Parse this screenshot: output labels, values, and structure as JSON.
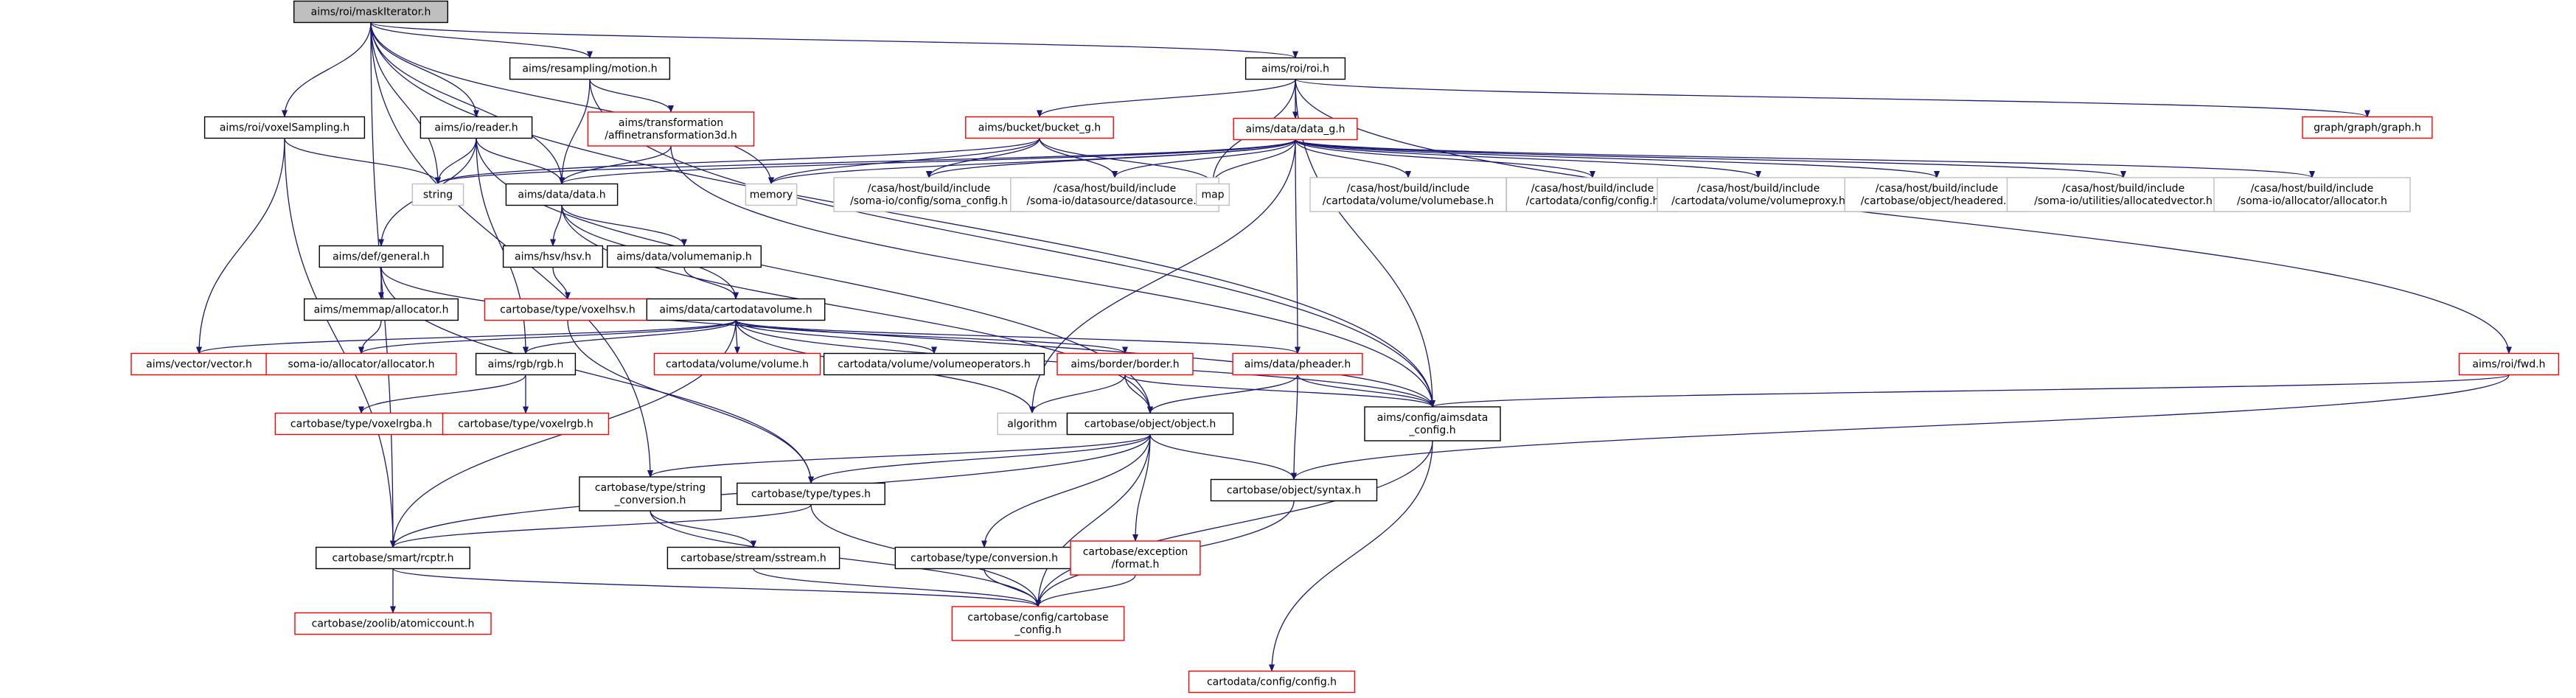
{
  "nodes": [
    {
      "id": "maskiterator",
      "lines": [
        "aims/roi/maskIterator.h"
      ],
      "kind": "root"
    },
    {
      "id": "motion",
      "lines": [
        "aims/resampling/motion.h"
      ],
      "kind": "normal"
    },
    {
      "id": "roi",
      "lines": [
        "aims/roi/roi.h"
      ],
      "kind": "normal"
    },
    {
      "id": "voxelsampling",
      "lines": [
        "aims/roi/voxelSampling.h"
      ],
      "kind": "normal"
    },
    {
      "id": "reader",
      "lines": [
        "aims/io/reader.h"
      ],
      "kind": "normal"
    },
    {
      "id": "affine3d",
      "lines": [
        "aims/transformation",
        "/affinetransformation3d.h"
      ],
      "kind": "red"
    },
    {
      "id": "bucket_g",
      "lines": [
        "aims/bucket/bucket_g.h"
      ],
      "kind": "red"
    },
    {
      "id": "data_g",
      "lines": [
        "aims/data/data_g.h"
      ],
      "kind": "red"
    },
    {
      "id": "graph",
      "lines": [
        "graph/graph/graph.h"
      ],
      "kind": "red"
    },
    {
      "id": "string",
      "lines": [
        "string"
      ],
      "kind": "gray"
    },
    {
      "id": "memory",
      "lines": [
        "memory"
      ],
      "kind": "gray"
    },
    {
      "id": "soma_config",
      "lines": [
        "/casa/host/build/include",
        "/soma-io/config/soma_config.h"
      ],
      "kind": "gray"
    },
    {
      "id": "datasource",
      "lines": [
        "/casa/host/build/include",
        "/soma-io/datasource/datasource.h"
      ],
      "kind": "gray"
    },
    {
      "id": "map",
      "lines": [
        "map"
      ],
      "kind": "gray"
    },
    {
      "id": "volumebase",
      "lines": [
        "/casa/host/build/include",
        "/cartodata/volume/volumebase.h"
      ],
      "kind": "gray"
    },
    {
      "id": "cartoconfig",
      "lines": [
        "/casa/host/build/include",
        "/cartodata/config/config.h"
      ],
      "kind": "gray"
    },
    {
      "id": "volumeproxy",
      "lines": [
        "/casa/host/build/include",
        "/cartodata/volume/volumeproxy.h"
      ],
      "kind": "gray"
    },
    {
      "id": "headered",
      "lines": [
        "/casa/host/build/include",
        "/cartobase/object/headered.h"
      ],
      "kind": "gray"
    },
    {
      "id": "allocatedvector",
      "lines": [
        "/casa/host/build/include",
        "/soma-io/utilities/allocatedvector.h"
      ],
      "kind": "gray"
    },
    {
      "id": "allocator_inc",
      "lines": [
        "/casa/host/build/include",
        "/soma-io/allocator/allocator.h"
      ],
      "kind": "gray"
    },
    {
      "id": "data",
      "lines": [
        "aims/data/data.h"
      ],
      "kind": "normal"
    },
    {
      "id": "general",
      "lines": [
        "aims/def/general.h"
      ],
      "kind": "normal"
    },
    {
      "id": "hsv",
      "lines": [
        "aims/hsv/hsv.h"
      ],
      "kind": "normal"
    },
    {
      "id": "volumemanip",
      "lines": [
        "aims/data/volumemanip.h"
      ],
      "kind": "normal"
    },
    {
      "id": "voxelhsv",
      "lines": [
        "cartobase/type/voxelhsv.h"
      ],
      "kind": "red"
    },
    {
      "id": "memmap_alloc",
      "lines": [
        "aims/memmap/allocator.h"
      ],
      "kind": "normal"
    },
    {
      "id": "cartodatavolume",
      "lines": [
        "aims/data/cartodatavolume.h"
      ],
      "kind": "normal"
    },
    {
      "id": "vector",
      "lines": [
        "aims/vector/vector.h"
      ],
      "kind": "red"
    },
    {
      "id": "somaio_alloc",
      "lines": [
        "soma-io/allocator/allocator.h"
      ],
      "kind": "red"
    },
    {
      "id": "rgb",
      "lines": [
        "aims/rgb/rgb.h"
      ],
      "kind": "normal"
    },
    {
      "id": "volume",
      "lines": [
        "cartodata/volume/volume.h"
      ],
      "kind": "red"
    },
    {
      "id": "volumeoperators",
      "lines": [
        "cartodata/volume/volumeoperators.h"
      ],
      "kind": "normal"
    },
    {
      "id": "border",
      "lines": [
        "aims/border/border.h"
      ],
      "kind": "red"
    },
    {
      "id": "pheader",
      "lines": [
        "aims/data/pheader.h"
      ],
      "kind": "red"
    },
    {
      "id": "fwd",
      "lines": [
        "aims/roi/fwd.h"
      ],
      "kind": "red"
    },
    {
      "id": "aimsdata_config",
      "lines": [
        "aims/config/aimsdata",
        "_config.h"
      ],
      "kind": "normal"
    },
    {
      "id": "algorithm",
      "lines": [
        "algorithm"
      ],
      "kind": "gray"
    },
    {
      "id": "object",
      "lines": [
        "cartobase/object/object.h"
      ],
      "kind": "normal"
    },
    {
      "id": "voxelrgba",
      "lines": [
        "cartobase/type/voxelrgba.h"
      ],
      "kind": "red"
    },
    {
      "id": "voxelrgb",
      "lines": [
        "cartobase/type/voxelrgb.h"
      ],
      "kind": "red"
    },
    {
      "id": "string_conversion",
      "lines": [
        "cartobase/type/string",
        "_conversion.h"
      ],
      "kind": "normal"
    },
    {
      "id": "types",
      "lines": [
        "cartobase/type/types.h"
      ],
      "kind": "normal"
    },
    {
      "id": "syntax",
      "lines": [
        "cartobase/object/syntax.h"
      ],
      "kind": "normal"
    },
    {
      "id": "rcptr",
      "lines": [
        "cartobase/smart/rcptr.h"
      ],
      "kind": "normal"
    },
    {
      "id": "sstream",
      "lines": [
        "cartobase/stream/sstream.h"
      ],
      "kind": "normal"
    },
    {
      "id": "conversion",
      "lines": [
        "cartobase/type/conversion.h"
      ],
      "kind": "normal"
    },
    {
      "id": "exception_format",
      "lines": [
        "cartobase/exception",
        "/format.h"
      ],
      "kind": "red"
    },
    {
      "id": "atomiccount",
      "lines": [
        "cartobase/zoolib/atomiccount.h"
      ],
      "kind": "red"
    },
    {
      "id": "cartobase_config",
      "lines": [
        "cartobase/config/cartobase",
        "_config.h"
      ],
      "kind": "red"
    },
    {
      "id": "cartodata_config",
      "lines": [
        "cartodata/config/config.h"
      ],
      "kind": "red"
    }
  ],
  "edges": [
    [
      "maskiterator",
      "motion"
    ],
    [
      "maskiterator",
      "roi"
    ],
    [
      "maskiterator",
      "voxelsampling"
    ],
    [
      "maskiterator",
      "reader"
    ],
    [
      "maskiterator",
      "string"
    ],
    [
      "maskiterator",
      "memory"
    ],
    [
      "maskiterator",
      "data"
    ],
    [
      "maskiterator",
      "string_conversion"
    ],
    [
      "maskiterator",
      "rcptr"
    ],
    [
      "maskiterator",
      "aimsdata_config"
    ],
    [
      "motion",
      "affine3d"
    ],
    [
      "motion",
      "data"
    ],
    [
      "motion",
      "aimsdata_config"
    ],
    [
      "roi",
      "bucket_g"
    ],
    [
      "roi",
      "data_g"
    ],
    [
      "roi",
      "map"
    ],
    [
      "roi",
      "graph"
    ],
    [
      "roi",
      "fwd"
    ],
    [
      "roi",
      "aimsdata_config"
    ],
    [
      "voxelsampling",
      "string"
    ],
    [
      "voxelsampling",
      "vector"
    ],
    [
      "voxelsampling",
      "rcptr"
    ],
    [
      "reader",
      "string"
    ],
    [
      "reader",
      "data"
    ],
    [
      "reader",
      "general"
    ],
    [
      "reader",
      "rgb"
    ],
    [
      "reader",
      "object"
    ],
    [
      "affine3d",
      "data"
    ],
    [
      "affine3d",
      "aimsdata_config"
    ],
    [
      "bucket_g",
      "string"
    ],
    [
      "bucket_g",
      "memory"
    ],
    [
      "bucket_g",
      "soma_config"
    ],
    [
      "bucket_g",
      "datasource"
    ],
    [
      "bucket_g",
      "map"
    ],
    [
      "data_g",
      "string"
    ],
    [
      "data_g",
      "memory"
    ],
    [
      "data_g",
      "soma_config"
    ],
    [
      "data_g",
      "datasource"
    ],
    [
      "data_g",
      "map"
    ],
    [
      "data_g",
      "volumebase"
    ],
    [
      "data_g",
      "cartoconfig"
    ],
    [
      "data_g",
      "volumeproxy"
    ],
    [
      "data_g",
      "headered"
    ],
    [
      "data_g",
      "allocatedvector"
    ],
    [
      "data_g",
      "allocator_inc"
    ],
    [
      "data_g",
      "data"
    ],
    [
      "data_g",
      "pheader"
    ],
    [
      "data_g",
      "algorithm"
    ],
    [
      "data",
      "hsv"
    ],
    [
      "data",
      "volumemanip"
    ],
    [
      "data",
      "cartodatavolume"
    ],
    [
      "data",
      "object"
    ],
    [
      "general",
      "memmap_alloc"
    ],
    [
      "general",
      "types"
    ],
    [
      "general",
      "aimsdata_config"
    ],
    [
      "hsv",
      "voxelhsv"
    ],
    [
      "voxelhsv",
      "types"
    ],
    [
      "volumemanip",
      "cartodatavolume"
    ],
    [
      "memmap_alloc",
      "somaio_alloc"
    ],
    [
      "cartodatavolume",
      "vector"
    ],
    [
      "cartodatavolume",
      "somaio_alloc"
    ],
    [
      "cartodatavolume",
      "rgb"
    ],
    [
      "cartodatavolume",
      "volume"
    ],
    [
      "cartodatavolume",
      "volumeoperators"
    ],
    [
      "cartodatavolume",
      "border"
    ],
    [
      "cartodatavolume",
      "pheader"
    ],
    [
      "cartodatavolume",
      "algorithm"
    ],
    [
      "cartodatavolume",
      "rcptr"
    ],
    [
      "cartodatavolume",
      "aimsdata_config"
    ],
    [
      "rgb",
      "voxelrgba"
    ],
    [
      "rgb",
      "voxelrgb"
    ],
    [
      "border",
      "algorithm"
    ],
    [
      "border",
      "object"
    ],
    [
      "border",
      "aimsdata_config"
    ],
    [
      "pheader",
      "object"
    ],
    [
      "pheader",
      "syntax"
    ],
    [
      "pheader",
      "aimsdata_config"
    ],
    [
      "fwd",
      "aimsdata_config"
    ],
    [
      "fwd",
      "syntax"
    ],
    [
      "aimsdata_config",
      "cartobase_config"
    ],
    [
      "aimsdata_config",
      "cartodata_config"
    ],
    [
      "object",
      "string_conversion"
    ],
    [
      "object",
      "types"
    ],
    [
      "object",
      "syntax"
    ],
    [
      "object",
      "rcptr"
    ],
    [
      "object",
      "conversion"
    ],
    [
      "object",
      "exception_format"
    ],
    [
      "object",
      "cartobase_config"
    ],
    [
      "string_conversion",
      "sstream"
    ],
    [
      "string_conversion",
      "cartobase_config"
    ],
    [
      "types",
      "rcptr"
    ],
    [
      "types",
      "cartobase_config"
    ],
    [
      "syntax",
      "cartobase_config"
    ],
    [
      "rcptr",
      "atomiccount"
    ],
    [
      "rcptr",
      "cartobase_config"
    ],
    [
      "sstream",
      "cartobase_config"
    ],
    [
      "conversion",
      "cartobase_config"
    ],
    [
      "exception_format",
      "cartobase_config"
    ]
  ],
  "colors": {
    "edge": "#191970",
    "root_fill": "#bfbfbf",
    "root_border": "#000000",
    "normal_border": "#000000",
    "red_border": "#ff0000",
    "gray_border": "#bfbfbf",
    "text": "#000000",
    "background": "#ffffff"
  }
}
